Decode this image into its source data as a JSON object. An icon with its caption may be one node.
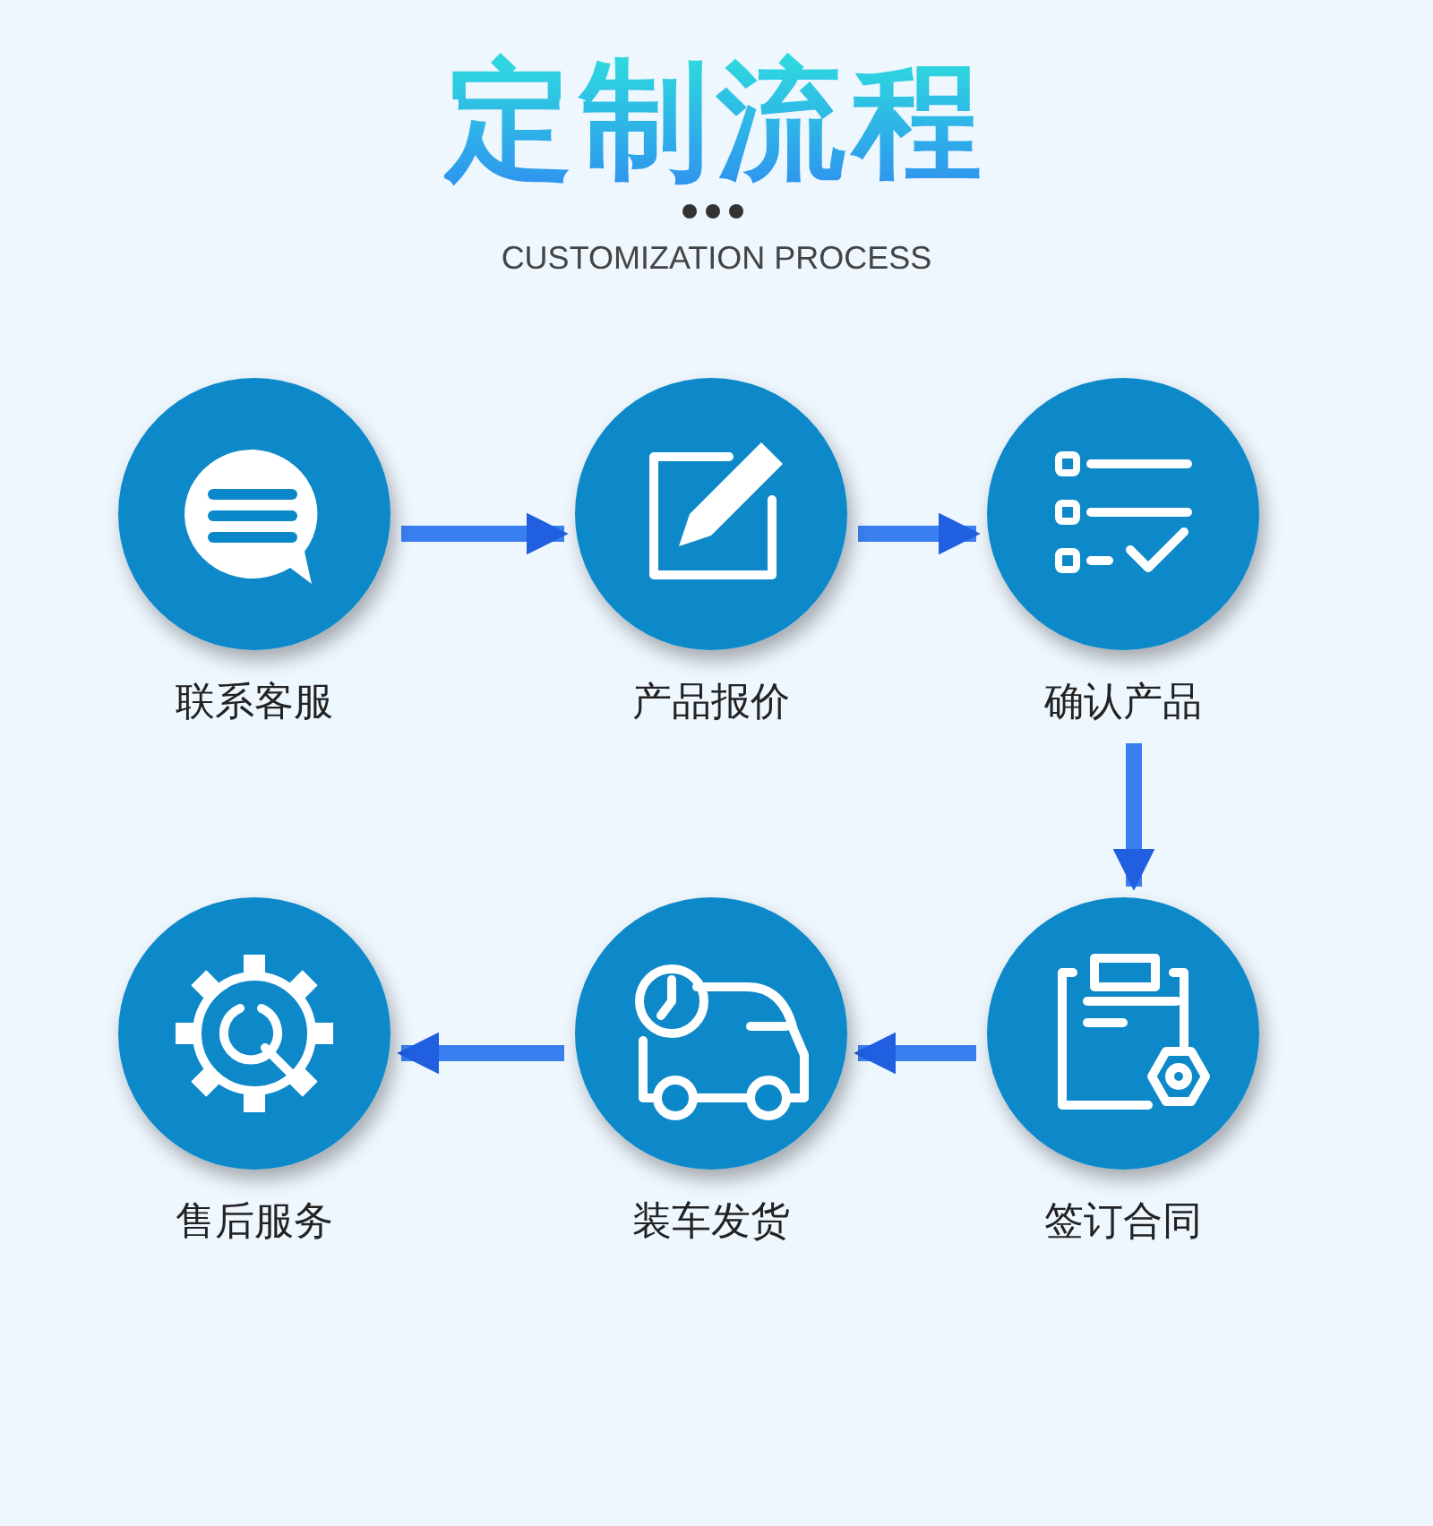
{
  "diagram": {
    "title": "定制流程",
    "nodes": [
      {
        "text": [
          "联系客服"
        ]
      },
      {
        "text": [
          "产品报价"
        ]
      },
      {
        "text": [
          "确认产品"
        ]
      },
      {
        "text": [
          "售后服务"
        ]
      },
      {
        "text": [
          "装车发货"
        ]
      },
      {
        "text": [
          "签订合同"
        ]
      }
    ],
    "edges": [
      {
        "from": 0,
        "to": 1,
        "arrow": "to"
      },
      {
        "from": 1,
        "to": 2,
        "arrow": "to"
      },
      {
        "from": 2,
        "to": 5,
        "arrow": "to"
      },
      {
        "from": 5,
        "to": 4,
        "arrow": "to"
      },
      {
        "from": 4,
        "to": 3,
        "arrow": "to"
      }
    ],
    "labels": [
      "CUSTOMIZATION PROCESS"
    ]
  }
}
